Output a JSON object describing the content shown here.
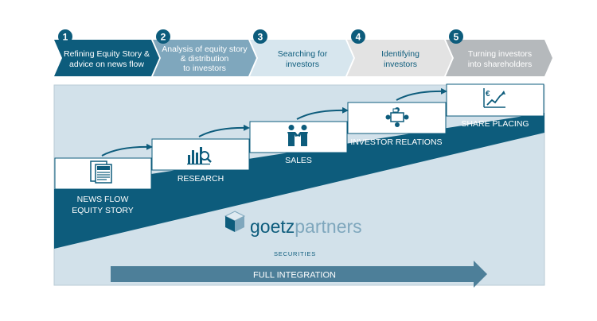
{
  "steps": [
    {
      "number": "1",
      "line1": "Refining Equity Story &",
      "line2": "advice on news flow",
      "line3": "",
      "fill": "#0d5c7c",
      "text_color": "#ffffff"
    },
    {
      "number": "2",
      "line1": "Analysis of equity story",
      "line2": "& distribution",
      "line3": "to investors",
      "fill": "#7fa7bd",
      "text_color": "#ffffff"
    },
    {
      "number": "3",
      "line1": "Searching for",
      "line2": "investors",
      "line3": "",
      "fill": "#d7e6ee",
      "text_color": "#0d5c7c"
    },
    {
      "number": "4",
      "line1": "Identifying",
      "line2": "investors",
      "line3": "",
      "fill": "#e3e3e3",
      "text_color": "#0d5c7c"
    },
    {
      "number": "5",
      "line1": "Turning investors",
      "line2": "into shareholders",
      "line3": "",
      "fill": "#b5b9bc",
      "text_color": "#ffffff"
    }
  ],
  "stages": [
    {
      "line1": "NEWS FLOW",
      "line2": "EQUITY STORY",
      "icon": "newspaper-icon"
    },
    {
      "line1": "RESEARCH",
      "line2": "",
      "icon": "research-chart-icon"
    },
    {
      "line1": "SALES",
      "line2": "",
      "icon": "handshake-icon"
    },
    {
      "line1": "INVESTOR RELATIONS",
      "line2": "",
      "icon": "meeting-table-icon"
    },
    {
      "line1": "SHARE PLACING",
      "line2": "",
      "icon": "euro-growth-chart-icon"
    }
  ],
  "logo": {
    "name_a": "goetz",
    "name_b": "partners",
    "subtitle": "SECURITIES"
  },
  "integration": {
    "label": "FULL INTEGRATION"
  },
  "colors": {
    "dark_teal": "#0d5c7c",
    "mid_blue": "#7fa7bd",
    "light_blue": "#d2e1ea",
    "panel_border": "#b9cbd6"
  }
}
